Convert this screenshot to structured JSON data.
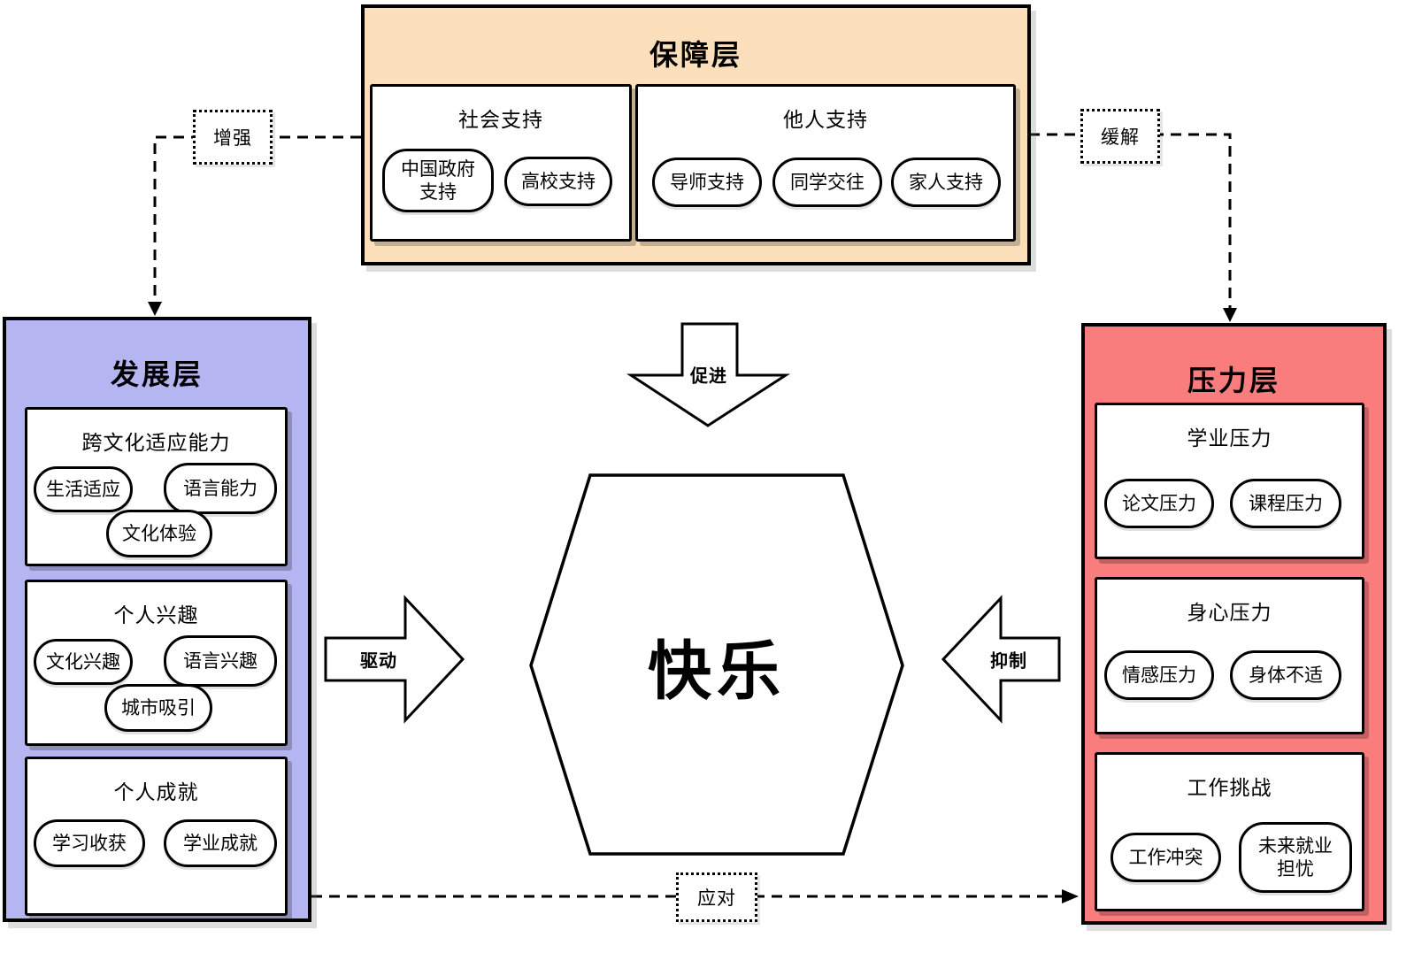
{
  "center": {
    "label": "快乐"
  },
  "arrows": {
    "promote": "促进",
    "drive": "驱动",
    "inhibit": "抑制"
  },
  "connectors": {
    "enhance": "增强",
    "relieve": "缓解",
    "cope": "应对"
  },
  "support_layer": {
    "title": "保障层",
    "fill": "#fbdfba",
    "groups": [
      {
        "title": "社会支持",
        "items": [
          "中国政府支持",
          "高校支持"
        ]
      },
      {
        "title": "他人支持",
        "items": [
          "导师支持",
          "同学交往",
          "家人支持"
        ]
      }
    ]
  },
  "development_layer": {
    "title": "发展层",
    "fill": "#b5b5f2",
    "groups": [
      {
        "title": "跨文化适应能力",
        "items": [
          "生活适应",
          "语言能力",
          "文化体验"
        ]
      },
      {
        "title": "个人兴趣",
        "items": [
          "文化兴趣",
          "语言兴趣",
          "城市吸引"
        ]
      },
      {
        "title": "个人成就",
        "items": [
          "学习收获",
          "学业成就"
        ]
      }
    ]
  },
  "pressure_layer": {
    "title": "压力层",
    "fill": "#f97d7d",
    "groups": [
      {
        "title": "学业压力",
        "items": [
          "论文压力",
          "课程压力"
        ]
      },
      {
        "title": "身心压力",
        "items": [
          "情感压力",
          "身体不适"
        ]
      },
      {
        "title": "工作挑战",
        "items": [
          "工作冲突",
          "未来就业担忧"
        ]
      }
    ]
  }
}
